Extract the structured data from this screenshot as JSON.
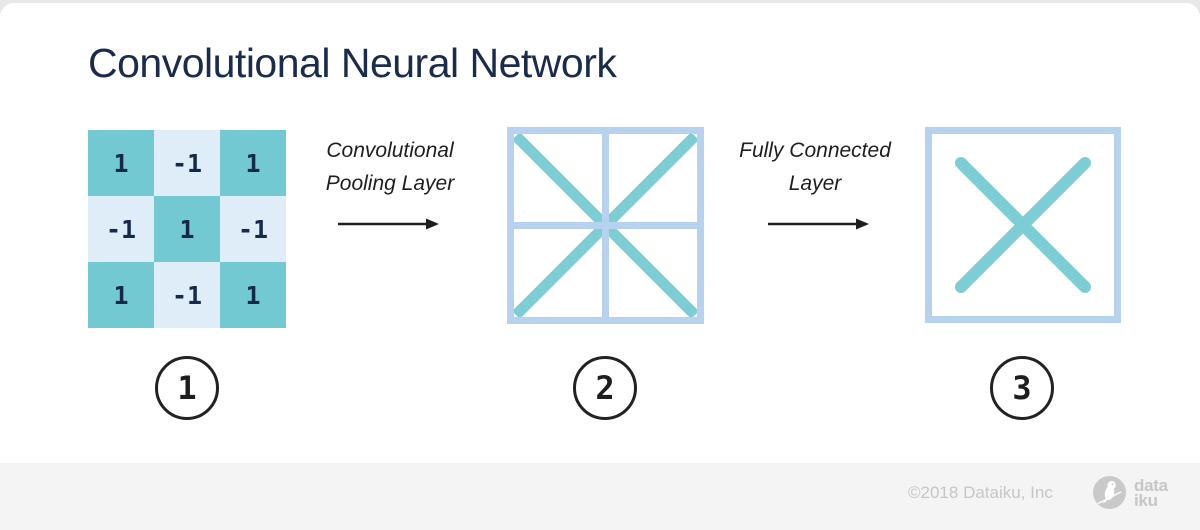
{
  "title": "Convolutional Neural Network",
  "colors": {
    "teal": "#73C9D2",
    "pale_cell": "#DEEDF8",
    "grid_blue": "#B7D2EE",
    "x_teal": "#7DCDD5",
    "title_navy": "#1A2B4C",
    "ink": "#1E1E1E",
    "footer_bg": "#F4F4F4",
    "page_bg": "#E8E8E8",
    "footer_gray": "#C6C6C6"
  },
  "matrix": {
    "rows": [
      [
        "1",
        "-1",
        "1"
      ],
      [
        "-1",
        "1",
        "-1"
      ],
      [
        "1",
        "-1",
        "1"
      ]
    ]
  },
  "arrows": [
    {
      "label_line1": "Convolutional",
      "label_line2": "Pooling Layer"
    },
    {
      "label_line1": "Fully Connected",
      "label_line2": "Layer"
    }
  ],
  "steps": [
    {
      "number": "1"
    },
    {
      "number": "2"
    },
    {
      "number": "3"
    }
  ],
  "footer": {
    "copyright": "©2018 Dataiku, Inc",
    "logo_line1": "data",
    "logo_line2": "iku"
  }
}
